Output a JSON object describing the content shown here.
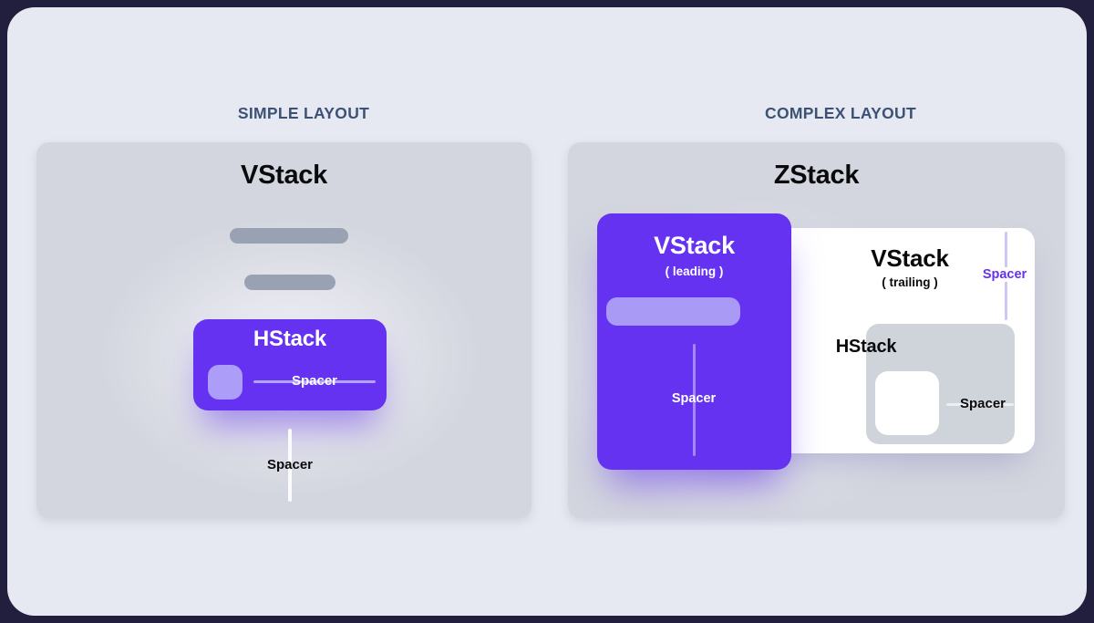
{
  "palette": {
    "frame": "#211e3e",
    "canvas": "#e6e9f1",
    "panel_gray": "#d3d6de",
    "bar_gray": "#99a2b3",
    "purple": "#6432f0",
    "light_purple": "#ab9df8",
    "header_blue": "#3d5174",
    "white": "#ffffff",
    "black": "#0a0a0c"
  },
  "simple": {
    "header": "SIMPLE LAYOUT",
    "panel_title": "VStack",
    "hstack": {
      "title": "HStack",
      "spacer": "Spacer"
    },
    "outer_spacer": "Spacer"
  },
  "complex": {
    "header": "COMPLEX LAYOUT",
    "panel_title": "ZStack",
    "leading": {
      "title": "VStack",
      "subtitle": "( leading )",
      "spacer": "Spacer"
    },
    "trailing": {
      "title": "VStack",
      "subtitle": "( trailing )",
      "spacer": "Spacer",
      "hstack": {
        "title": "HStack",
        "spacer": "Spacer"
      }
    }
  }
}
